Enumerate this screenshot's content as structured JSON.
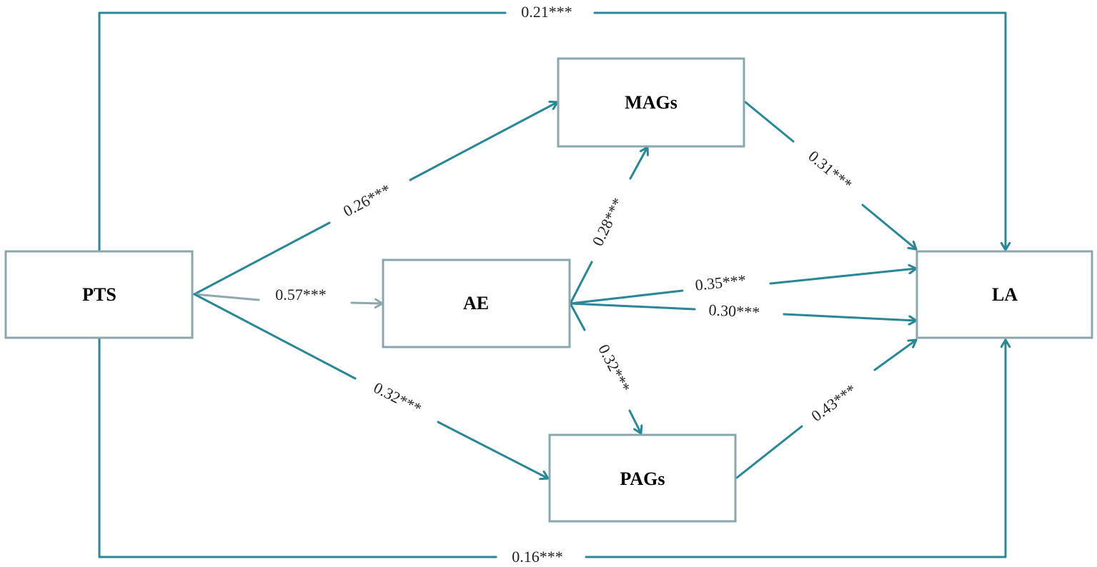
{
  "colors": {
    "path": "#2a8795",
    "path_muted": "#8ea8ad",
    "box_border": "#8aa7ae"
  },
  "nodes": {
    "pts": "PTS",
    "mags": "MAGs",
    "ae": "AE",
    "pags": "PAGs",
    "la": "LA"
  },
  "paths": {
    "pts_la_top": "0.21***",
    "pts_mags": "0.26***",
    "pts_ae": "0.57***",
    "pts_pags": "0.32***",
    "ae_mags": "0.28***",
    "ae_pags": "0.32***",
    "ae_la_upper": "0.35***",
    "ae_la_lower": "0.30***",
    "mags_la": "0.31***",
    "pags_la": "0.43***",
    "pts_la_bottom": "0.16***"
  }
}
